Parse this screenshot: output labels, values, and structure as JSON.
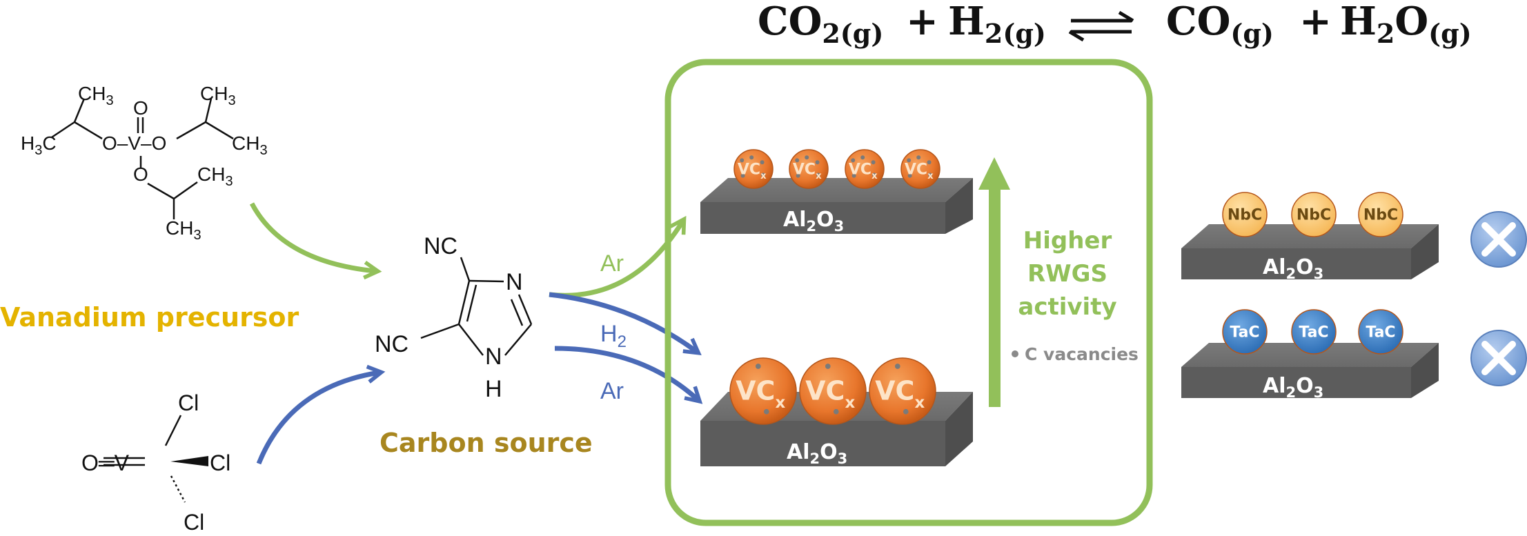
{
  "equation": {
    "left_1": "CO",
    "left_1_sub": "2(g)",
    "plus_1": "+",
    "left_2": "H",
    "left_2_sub": "2(g)",
    "right_1": "CO",
    "right_1_sub": "(g)",
    "plus_2": "+",
    "right_2a": "H",
    "right_2_sub1": "2",
    "right_2b": "O",
    "right_2_sub2": "(g)"
  },
  "precursor_1": {
    "ch3_a": "CH",
    "ch3_a_sub": "3",
    "ch3_b": "CH",
    "ch3_b_sub": "3",
    "h3c": "H",
    "h3c_sub": "3",
    "h3c_c": "C",
    "o_dbl": "O",
    "ovo": "O–V–O",
    "ch3_c": "CH",
    "ch3_c_sub": "3",
    "o_low": "O",
    "ch3_d": "CH",
    "ch3_d_sub": "3",
    "ch3_e": "CH",
    "ch3_e_sub": "3"
  },
  "vanadium_label": "Vanadium precursor",
  "precursor_2": {
    "cl_top": "Cl",
    "ovcl": "O═V",
    "cl_mid": "Cl",
    "cl_bot": "Cl"
  },
  "carbon_source": {
    "nc_top": "NC",
    "n": "N",
    "nc_low": "NC",
    "nh_n": "N",
    "nh_h": "H",
    "label": "Carbon source"
  },
  "arrows": {
    "ar_top": "Ar",
    "h2": "H",
    "h2_sub": "2",
    "ar_bottom": "Ar"
  },
  "panel": {
    "particle_small_label": "VC",
    "particle_small_sub": "x",
    "particle_large_label": "VC",
    "particle_large_sub": "x",
    "support": "Al",
    "support_sub1": "2",
    "support_o": "O",
    "support_sub2": "3",
    "activity_line1": "Higher",
    "activity_line2": "RWGS",
    "activity_line3": "activity",
    "vacancy_note": "C vacancies"
  },
  "comparisons": [
    {
      "particle": "NbC",
      "support": "Al",
      "support_sub1": "2",
      "support_o": "O",
      "support_sub2": "3"
    },
    {
      "particle": "TaC",
      "support": "Al",
      "support_sub1": "2",
      "support_o": "O",
      "support_sub2": "3"
    }
  ],
  "colors": {
    "green": "#92c05a",
    "blue": "#4a6ab7",
    "orange": "#e8762c",
    "gold": "#e4b300",
    "brown_gold": "#a8861f",
    "nbc": "#fcc979",
    "tac": "#3d83c9",
    "slab": "#616161",
    "cross": "#7aa2d8"
  }
}
